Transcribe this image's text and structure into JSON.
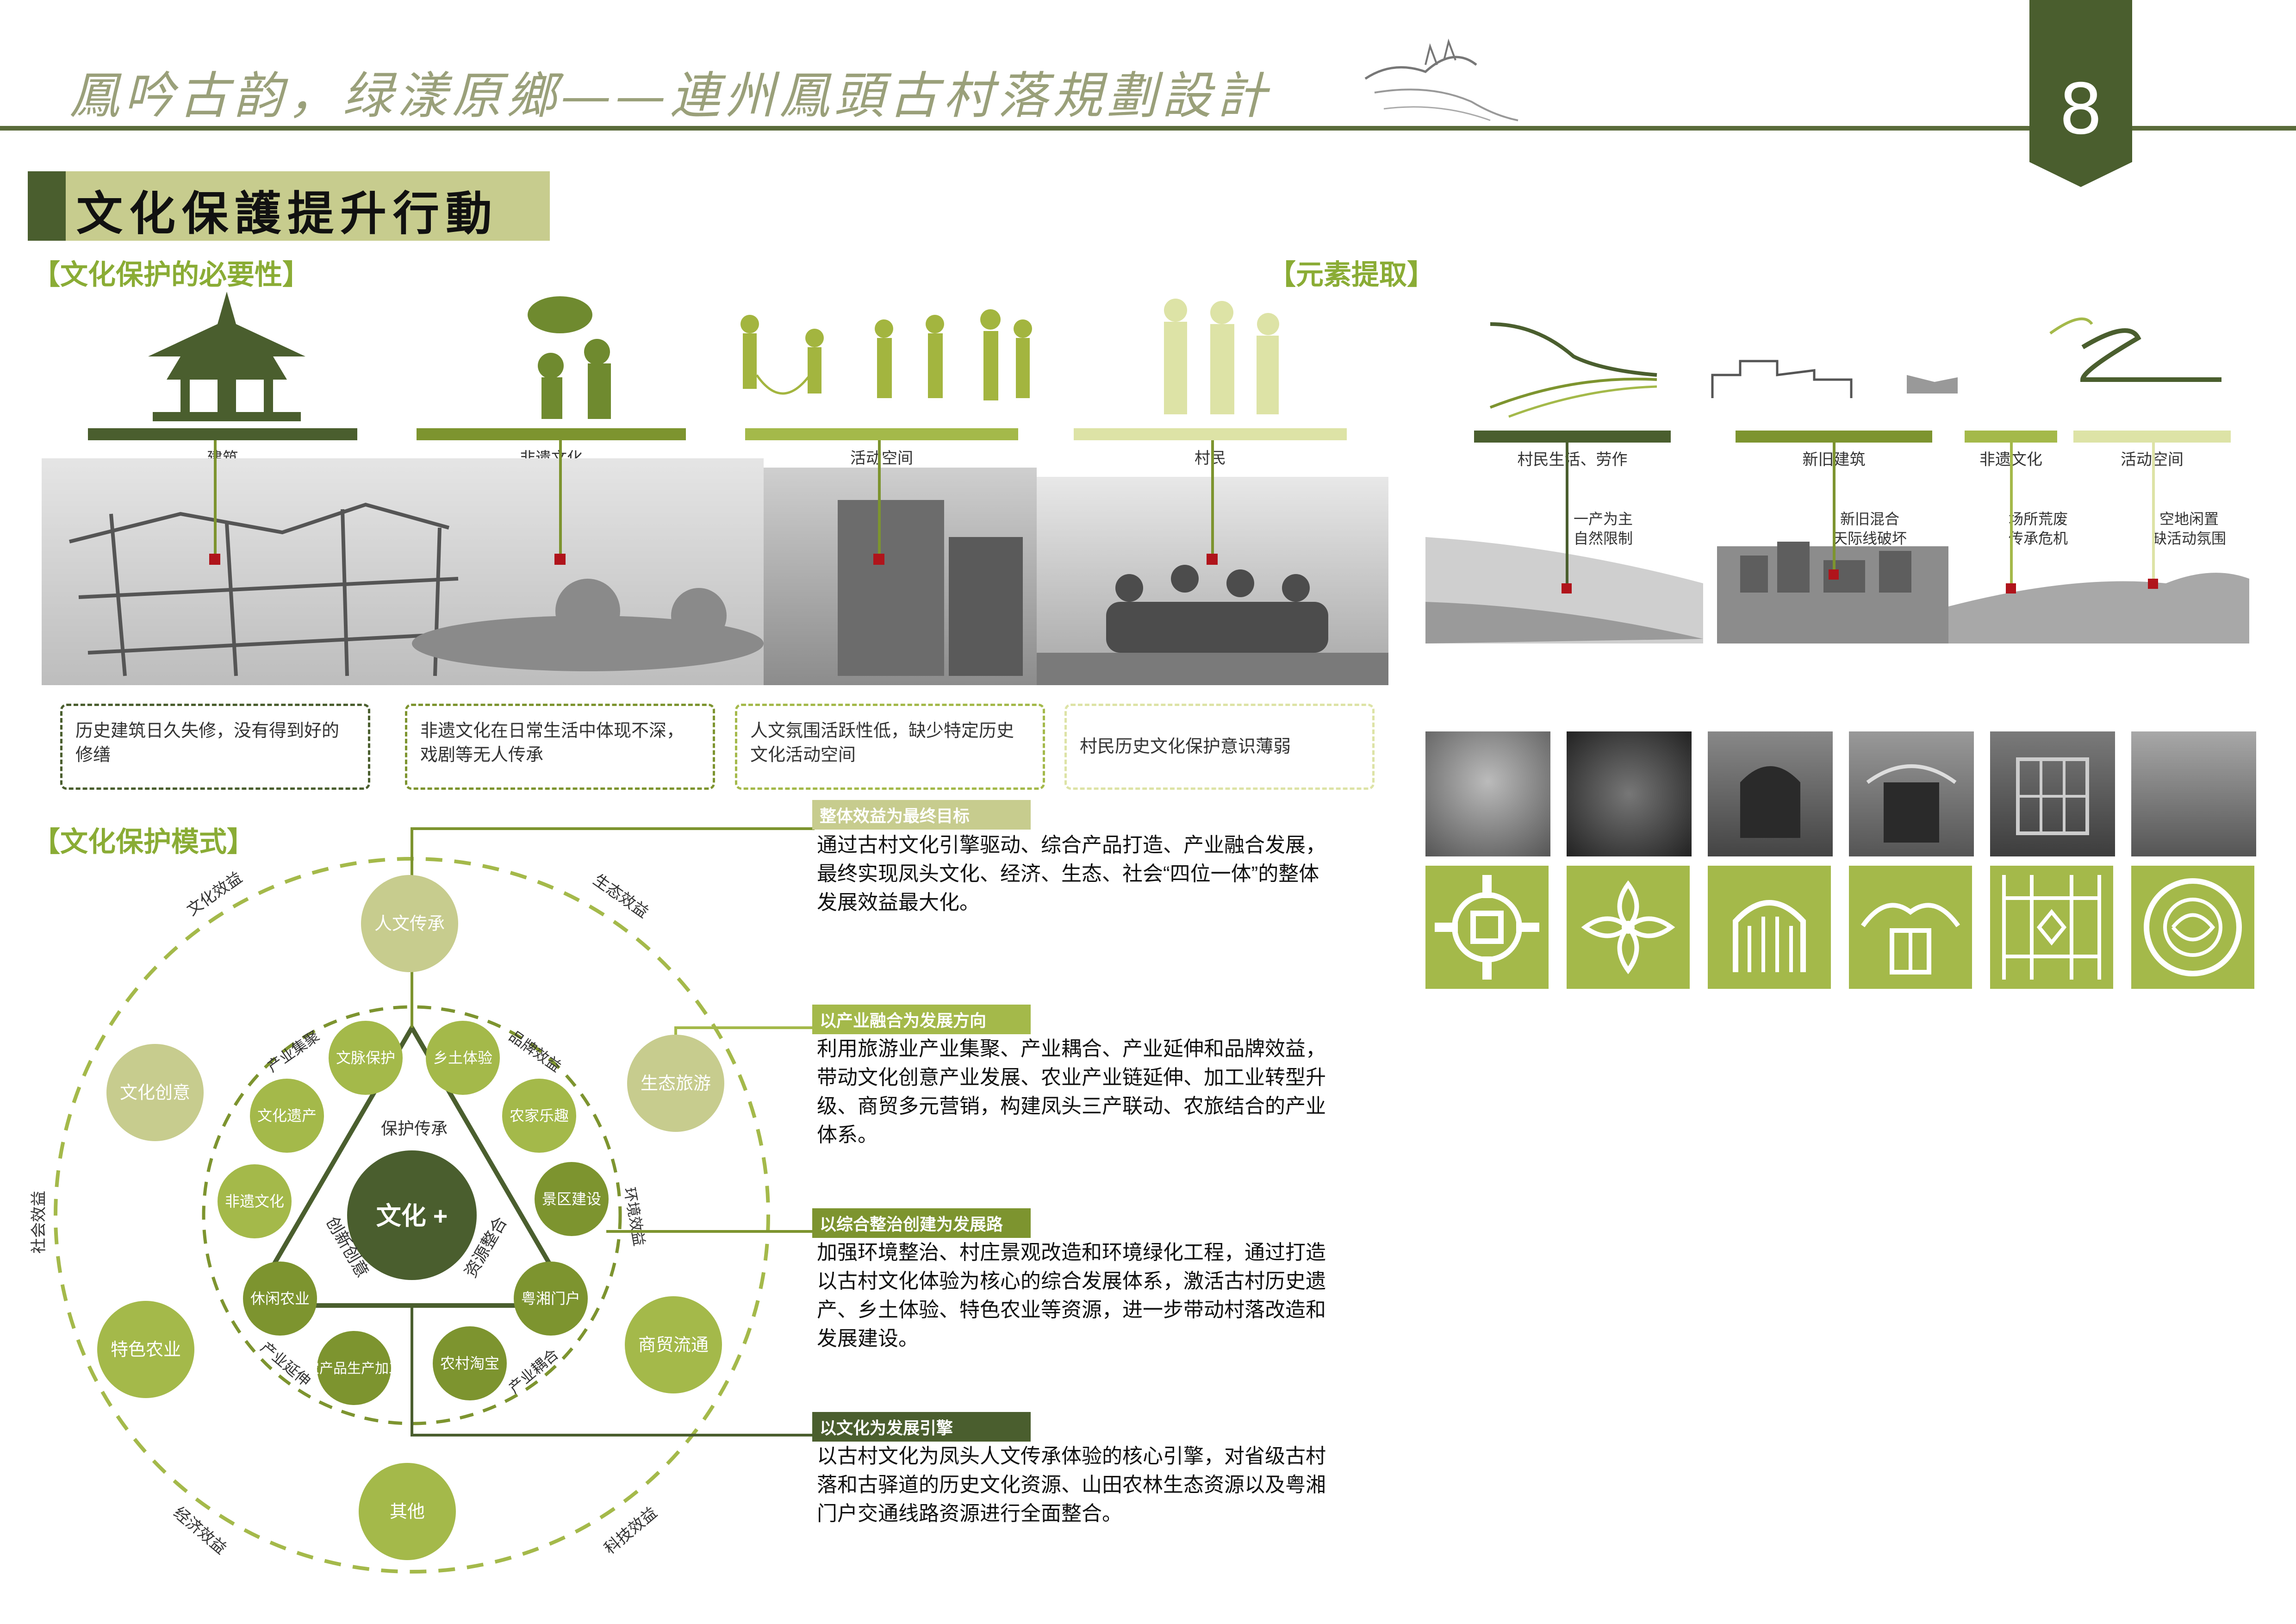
{
  "header": {
    "title": "鳳吟古韵，绿漾原鄉——連州鳳頭古村落規劃設計",
    "page_number": "8"
  },
  "section": {
    "title": "文化保護提升行動"
  },
  "necessity": {
    "heading": "【文化保护的必要性】",
    "categories": [
      {
        "label": "建筑",
        "issue": "历史建筑日久失修，没有得到好的修缮"
      },
      {
        "label": "非遗文化",
        "issue": "非遗文化在日常生活中体现不深，戏剧等无人传承"
      },
      {
        "label": "活动空间",
        "issue": "人文氛围活跃性低，缺少特定历史文化活动空间"
      },
      {
        "label": "村民",
        "issue": "村民历史文化保护意识薄弱"
      }
    ]
  },
  "elements": {
    "heading": "【元素提取】",
    "categories": [
      {
        "label": "村民生活、劳作",
        "note1": "一产为主",
        "note2": "自然限制"
      },
      {
        "label": "新旧建筑",
        "note1": "新旧混合",
        "note2": "天际线破坏"
      },
      {
        "label": "非遗文化",
        "note1": "场所荒废",
        "note2": "传承危机"
      },
      {
        "label": "活动空间",
        "note1": "空地闲置",
        "note2": "缺活动氛围"
      }
    ]
  },
  "mode": {
    "heading": "【文化保护模式】",
    "center": "文化 +",
    "triangle_labels": [
      "保护传承",
      "创新创意",
      "资源整合"
    ],
    "inner_nodes": [
      "文脉保护",
      "乡土体验",
      "农家乐趣",
      "景区建设",
      "粤湘门户",
      "农村淘宝",
      "农产品生产加工",
      "休闲农业",
      "非遗文化",
      "文化遗产"
    ],
    "inner_arcs": [
      "产业集聚",
      "品牌效益",
      "环境效益",
      "产业耦合",
      "产业延伸"
    ],
    "outer_nodes": [
      "人文传承",
      "生态旅游",
      "商贸流通",
      "其他",
      "特色农业",
      "文化创意"
    ],
    "outer_arcs": [
      "文化效益",
      "生态效益",
      "社会效益",
      "经济效益",
      "科技效益"
    ],
    "strategies": [
      {
        "title": "整体效益为最终目标",
        "text": "通过古村文化引擎驱动、综合产品打造、产业融合发展，最终实现凤头文化、经济、生态、社会“四位一体”的整体发展效益最大化。"
      },
      {
        "title": "以产业融合为发展方向",
        "text": "利用旅游业产业集聚、产业耦合、产业延伸和品牌效益，带动文化创意产业发展、农业产业链延伸、加工业转型升级、商贸多元营销，构建凤头三产联动、农旅结合的产业体系。"
      },
      {
        "title": "以综合整治创建为发展路",
        "text": "加强环境整治、村庄景观改造和环境绿化工程，通过打造以古村文化体验为核心的综合发展体系，激活古村历史遗产、乡土体验、特色农业等资源，进一步带动村落改造和发展建设。"
      },
      {
        "title": "以文化为发展引擎",
        "text": "以古村文化为凤头人文传承体验的核心引擎，对省级古村落和古驿道的历史文化资源、山田农林生态资源以及粤湘门户交通线路资源进行全面整合。"
      }
    ]
  }
}
